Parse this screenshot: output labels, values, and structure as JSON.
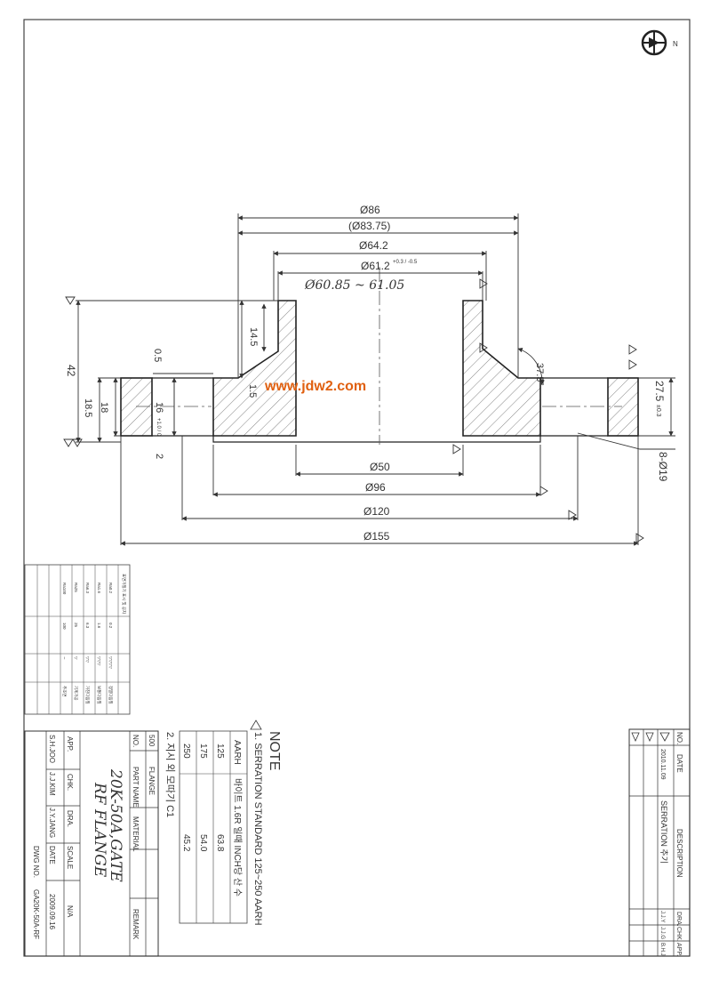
{
  "watermark": "www.jdw2.com",
  "compass_label": "N",
  "dimensions": {
    "d86": "Ø86",
    "d83_75": "(Ø83.75)",
    "d64_2": "Ø64.2",
    "d61_2": "Ø61.2",
    "d61_2_tol": "+0.3 / -0.5",
    "handwritten_bore": "Ø60.85 ~ 61.05",
    "d50": "Ø50",
    "d96": "Ø96",
    "d120": "Ø120",
    "d155": "Ø155",
    "h14_5": "14.5",
    "h42": "42",
    "h0_5": "0.5",
    "h1_5": "1.5",
    "h18_5": "18.5",
    "h18": "18",
    "h16": "16",
    "h16_tol": "+1.0 / 0",
    "h2": "2",
    "angle": "37.5°",
    "pcd": "27.5",
    "pcd_tol": "±0.3",
    "holes": "8-Ø19"
  },
  "note": {
    "heading": "NOTE",
    "line1": "1. SERRATION STANDARD 125~250 AARH",
    "table_headers": [
      "AARH",
      "바이트 1.6R 일때 INCH당 산 수"
    ],
    "table_rows": [
      [
        "125",
        "63.8"
      ],
      [
        "175",
        "54.0"
      ],
      [
        "250",
        "45.2"
      ]
    ],
    "line2": "2. 지시 외 모따기 C1"
  },
  "title_block": {
    "row_headers": [
      "NO.",
      "PART NAME",
      "MATERIAL",
      "REMARK"
    ],
    "row_values": [
      "500",
      "FLANGE",
      "",
      ""
    ],
    "title_line1": "20K-50A,GATE",
    "title_line2": "RF FLANGE",
    "app_label": "APP.",
    "app_name": "S.H.JOO",
    "chk_label": "CHK.",
    "chk_name": "J.J.KIM",
    "dra_label": "DRA.",
    "dra_name": "J.Y.JANG",
    "scale_label": "SCALE",
    "scale_value": "N/A",
    "date_label": "DATE",
    "date_value": "2009.09.16",
    "dwg_label": "DWG NO.",
    "dwg_value": "GA20K-50A-RF"
  },
  "revision_block": {
    "headers": [
      "NO.",
      "DATE",
      "DESCRIPTION",
      "DRA.",
      "CHK.",
      "APP."
    ],
    "rows": [
      [
        "1",
        "2010.11.09",
        "SERRATION 추기",
        "J.J.Y",
        "J.J.G",
        "B.H.J"
      ],
      [
        "2",
        "",
        "",
        "",
        "",
        ""
      ],
      [
        "3",
        "",
        "",
        "",
        "",
        ""
      ]
    ]
  },
  "roughness_table": {
    "title": "표면거칠기 표시 및 공차",
    "headers": [
      "Ra 0.2a",
      "0.8a",
      "3.2a",
      "12.5a",
      "25a",
      "100a"
    ],
    "rows": [
      [
        "Ra0.2",
        "▽▽▽▽",
        "0.2",
        "정밀다듬질"
      ],
      [
        "Ra1.6",
        "▽▽▽",
        "1.6",
        "보통다듬질"
      ],
      [
        "Ra6.3",
        "▽▽",
        "6.3",
        "거친다듬질"
      ],
      [
        "Ra25",
        "▽",
        "25",
        "기계가공"
      ],
      [
        "Ra100",
        "∼",
        "100",
        "주조면"
      ]
    ]
  }
}
